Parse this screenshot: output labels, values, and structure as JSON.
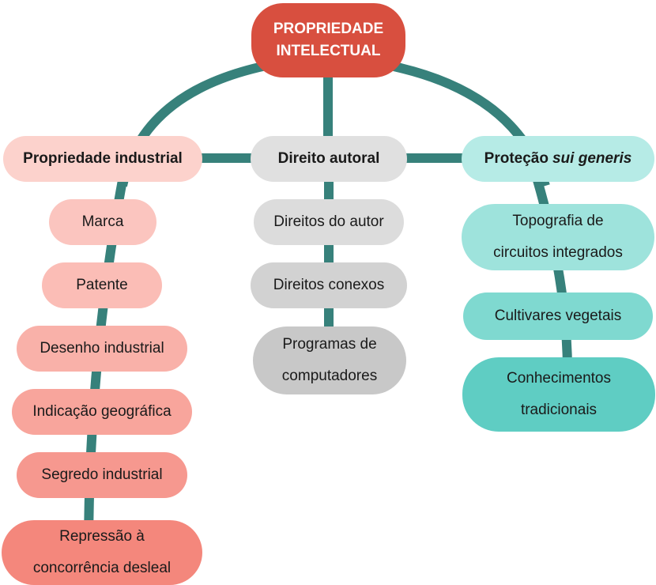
{
  "root": {
    "line1": "PROPRIEDADE",
    "line2": "INTELECTUAL"
  },
  "branches": {
    "industrial": {
      "title": "Propriedade industrial",
      "items": [
        "Marca",
        "Patente",
        "Desenho industrial",
        "Indicação geográfica",
        "Segredo industrial"
      ],
      "last_item": {
        "line1": "Repressão à",
        "line2": "concorrência desleal"
      }
    },
    "autoral": {
      "title": "Direito autoral",
      "items": [
        "Direitos do autor",
        "Direitos conexos"
      ],
      "last_item": {
        "line1": "Programas de",
        "line2": "computadores"
      }
    },
    "sui_generis": {
      "title_plain": "Proteção",
      "title_italic": "sui generis",
      "first_item": {
        "line1": "Topografia de",
        "line2": "circuitos integrados"
      },
      "items": [
        "Cultivares vegetais"
      ],
      "last_item": {
        "line1": "Conhecimentos",
        "line2": "tradicionais"
      }
    }
  },
  "colors": {
    "connector": "#37817b",
    "root": "#d84f3f",
    "industrial_head": "#fcd2cc",
    "autoral_head": "#e0e0e0",
    "sui_generis_head": "#b6ebe6",
    "industrial_items": [
      "#fbc5bf",
      "#fbbdb6",
      "#f9b1a9",
      "#f8a59c",
      "#f6988f",
      "#f4877c"
    ],
    "autoral_items": [
      "#dcdcdc",
      "#d2d2d2",
      "#c8c8c8"
    ],
    "sui_generis_items": [
      "#9ee3dc",
      "#7fd9d0",
      "#5fcdc3"
    ]
  }
}
